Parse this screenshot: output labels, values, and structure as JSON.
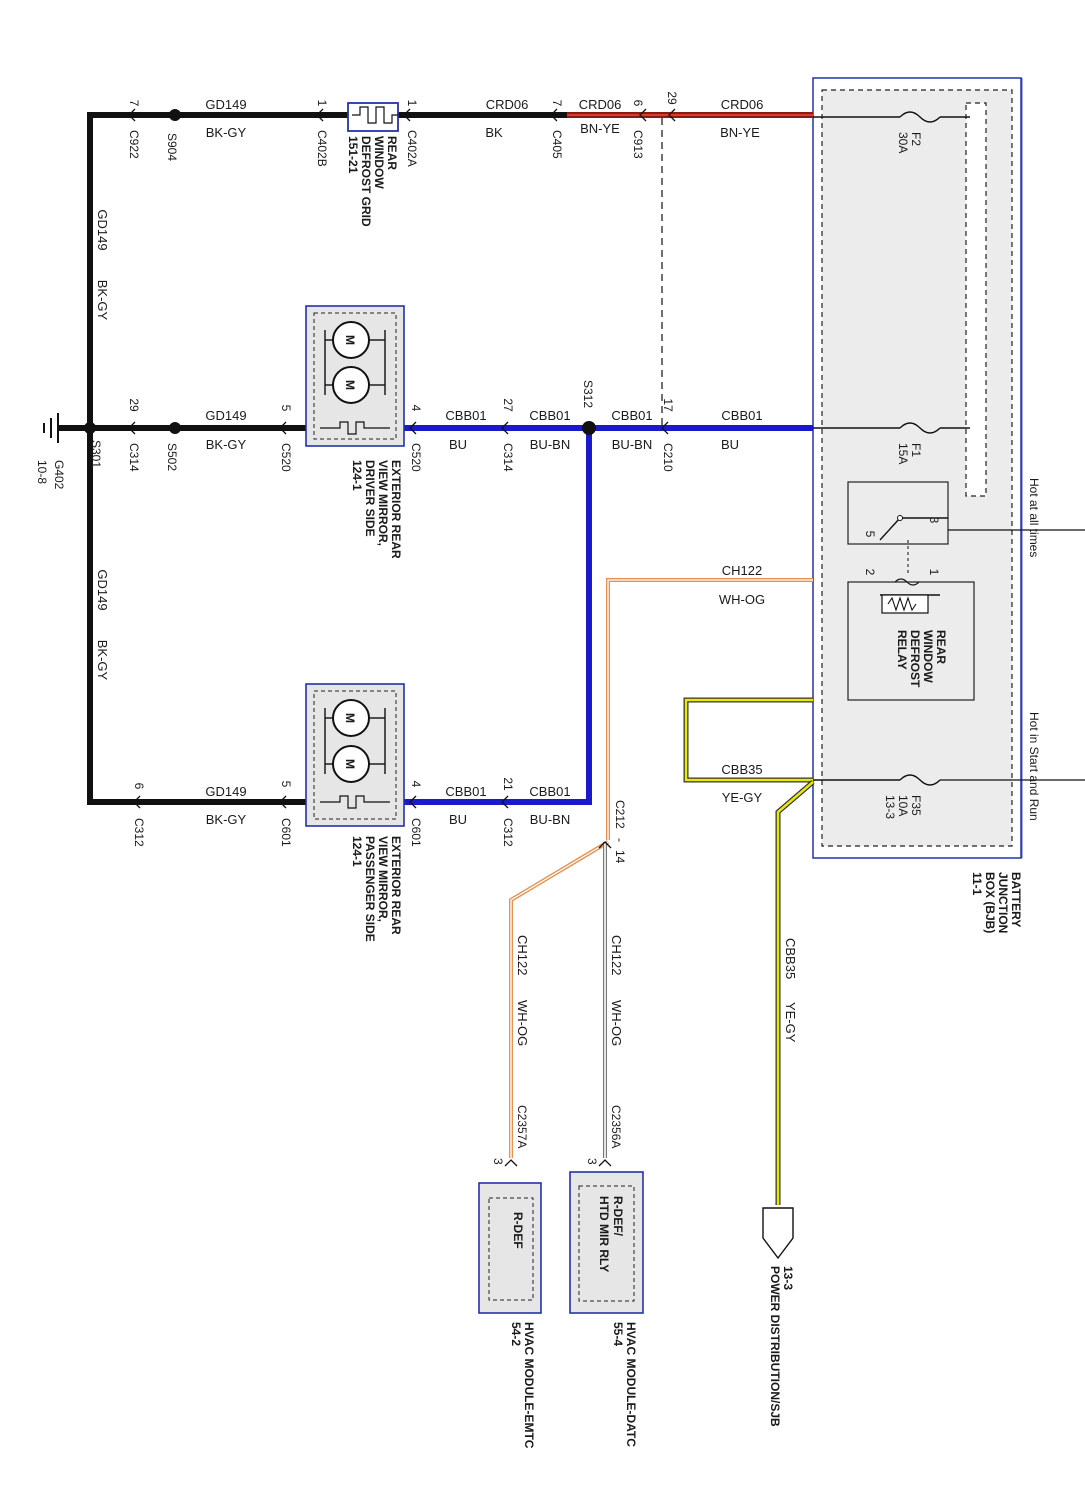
{
  "labels": {
    "gnd_tag": "G402",
    "gnd_ref": "10-8",
    "s301": "S301",
    "top_pin_left": "7",
    "top_conn_left": "C922",
    "top_splice": "S904",
    "top_wire1": "GD149",
    "top_color1": "BK-GY",
    "top_pin_grid_l": "1",
    "top_conn_grid_l": "C402B",
    "top_pin_grid_r": "1",
    "top_conn_grid_r": "C402A",
    "top_wire2": "CRD06",
    "top_color2": "BK",
    "top_pin_c405": "7",
    "top_conn_c405": "C405",
    "top_wire3": "CRD06",
    "top_color3": "BN-YE",
    "top_pin_c913": "6",
    "top_conn_c913": "C913",
    "top_pin_29": "29",
    "top_wire4": "CRD06",
    "top_color4": "BN-YE",
    "left_wire1": "GD149",
    "left_color1": "BK-GY",
    "left_wire2": "GD149",
    "left_color2": "BK-GY",
    "mid_pin_left": "29",
    "mid_conn_left": "C314",
    "mid_splice": "S502",
    "mid_wire1": "GD149",
    "mid_color1": "BK-GY",
    "mid_pin_5": "5",
    "mid_conn_c520l": "C520",
    "mid_pin_4": "4",
    "mid_conn_c520r": "C520",
    "mid_wire2": "CBB01",
    "mid_color2": "BU",
    "mid_pin_27": "27",
    "mid_conn_c314": "C314",
    "mid_splice2": "S312",
    "mid_wire3": "CBB01",
    "mid_color3": "BU-BN",
    "mid_wire4": "CBB01",
    "mid_color4": "BU-BN",
    "mid_pin_17": "17",
    "mid_conn_c210": "C210",
    "mid_wire5": "CBB01",
    "mid_color5": "BU",
    "bot_pin_6": "6",
    "bot_conn_c312l": "C312",
    "bot_wire1": "GD149",
    "bot_color1": "BK-GY",
    "bot_pin_5": "5",
    "bot_conn_c601l": "C601",
    "bot_pin_4": "4",
    "bot_conn_c601r": "C601",
    "bot_wire2": "CBB01",
    "bot_color2": "BU",
    "bot_pin_21": "21",
    "bot_conn_c312r": "C312",
    "bot_wire3": "CBB01",
    "bot_color3": "BU-BN",
    "ch_wire": "CH122",
    "ch_color": "WH-OG",
    "cbb35_wire": "CBB35",
    "cbb35_color": "YE-GY",
    "c212": "C212",
    "c212_pin": "14",
    "emtc_wire": "CH122",
    "emtc_color": "WH-OG",
    "emtc_conn": "C2357A",
    "emtc_pin": "3",
    "datc_wire": "CH122",
    "datc_color": "WH-OG",
    "datc_conn": "C2356A",
    "datc_pin": "3",
    "pd_wire": "CBB35",
    "pd_color": "YE-GY",
    "f2_a": "F2",
    "f2_b": "30A",
    "f1_a": "F1",
    "f1_b": "15A",
    "f35_a": "F35",
    "f35_b": "10A",
    "f35_c": "13-3",
    "relay_pin3": "3",
    "relay_pin5": "5",
    "relay_pin2": "2",
    "relay_pin1": "1",
    "hot_all": "Hot at all times",
    "hot_run": "Hot in Start and Run"
  },
  "components": {
    "rear_grid": [
      "REAR",
      "WINDOW",
      "DEFROST GRID",
      "151-21"
    ],
    "mirror_driver": [
      "EXTERIOR REAR",
      "VIEW MIRROR,",
      "DRIVER SIDE",
      "124-1"
    ],
    "mirror_pass": [
      "EXTERIOR REAR",
      "VIEW MIRROR,",
      "PASSENGER SIDE",
      "124-1"
    ],
    "relay": [
      "REAR",
      "WINDOW",
      "DEFROST",
      "RELAY"
    ],
    "bjb": [
      "BATTERY",
      "JUNCTION",
      "BOX (BJB)",
      "11-1"
    ],
    "emtc_inner": "R-DEF",
    "emtc": [
      "HVAC MODULE-EMTC",
      "54-2"
    ],
    "datc_inner": [
      "R-DEF/",
      "HTD MIR RLY"
    ],
    "datc": [
      "HVAC MODULE-DATC",
      "55-4"
    ],
    "pdist": [
      "13-3",
      "POWER DISTRIBUTION/SJB"
    ],
    "motor_symbol": "M"
  },
  "colors": {
    "ground": "#111111",
    "blue": "#1a1acc",
    "brown": "#8b1a10",
    "yellow": "#e8e800",
    "orange": "#e89050",
    "box_border": "#2233aa",
    "box_fill": "#ececec"
  }
}
